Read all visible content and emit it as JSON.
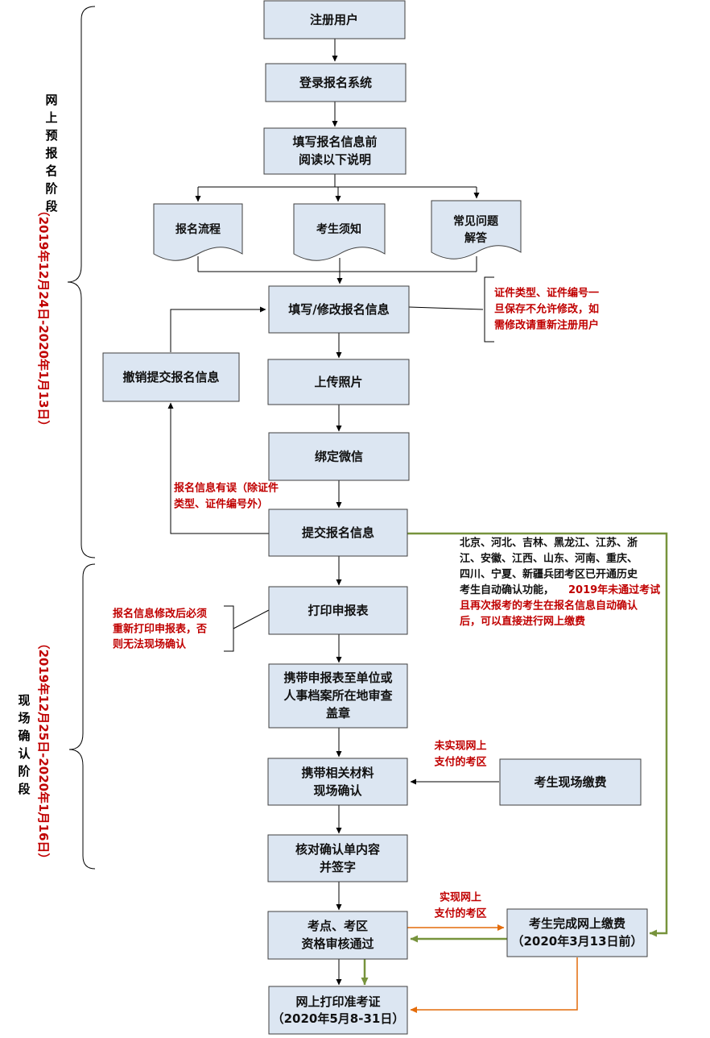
{
  "stages": {
    "online": {
      "label": [
        "网",
        "上",
        "预",
        "报",
        "名",
        "阶",
        "段"
      ],
      "date": "（2019年12月24日-2020年1月13日）"
    },
    "onsite": {
      "label": [
        "现",
        "场",
        "确",
        "认",
        "阶",
        "段"
      ],
      "date": "（2019年12月25日-2020年1月16日）"
    }
  },
  "nodes": {
    "register": "注册用户",
    "login": "登录报名系统",
    "read": [
      "填写报名信息前",
      "阅读以下说明"
    ],
    "doc_process": "报名流程",
    "doc_notice": "考生须知",
    "doc_faq": [
      "常见问题",
      "解答"
    ],
    "fill": "填写/修改报名信息",
    "cancel": "撤销提交报名信息",
    "upload": "上传照片",
    "wechat": "绑定微信",
    "submit": "提交报名信息",
    "print_form": "打印申报表",
    "stamp": [
      "携带申报表至单位或",
      "人事档案所在地审查",
      "盖章"
    ],
    "confirm": [
      "携带相关材料",
      "现场确认"
    ],
    "onsite_pay": "考生现场缴费",
    "check_sign": [
      "核对确认单内容",
      "并签字"
    ],
    "review": [
      "考点、考区",
      "资格审核通过"
    ],
    "online_pay": [
      "考生完成网上缴费",
      "（2020年3月13日前）"
    ],
    "ticket": [
      "网上打印准考证",
      "（2020年5月8-31日）"
    ]
  },
  "annotations": {
    "id_note": [
      "证件类型、证件编号一",
      "旦保存不允许修改，如",
      "需修改请重新注册用户"
    ],
    "error_note": [
      "报名信息有误（除证件",
      "类型、证件编号外）"
    ],
    "reprint_note": [
      "报名信息修改后必须",
      "重新打印申报表，否",
      "则无法现场确认"
    ],
    "auto_confirm_black": [
      "北京、河北、吉林、黑龙江、江苏、浙",
      "江、安徽、江西、山东、河南、重庆、",
      "四川、宁夏、新疆兵团考区已开通历史",
      "考生自动确认功能，"
    ],
    "auto_confirm_red": [
      "2019年未通过考试",
      "且再次报考的考生在报名信息自动确认",
      "后，可以直接进行网上缴费"
    ],
    "no_online_pay": [
      "未实现网上",
      "支付的考区"
    ],
    "has_online_pay": [
      "实现网上",
      "支付的考区"
    ]
  },
  "colors": {
    "box_fill": "#dce6f2",
    "accent_red": "#c00000",
    "green_path": "#77933c",
    "orange_path": "#e46c0a"
  }
}
